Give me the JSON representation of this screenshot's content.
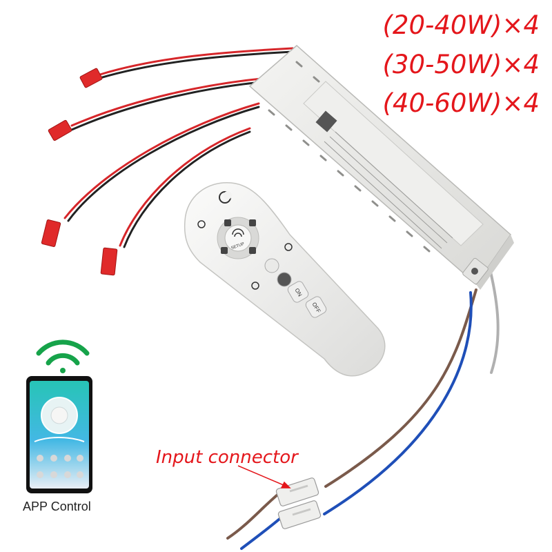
{
  "specs": [
    "(20-40W)×4",
    "(30-50W)×4",
    "(40-60W)×4"
  ],
  "input_connector_label": "Input connector",
  "app_control_label": "APP Control",
  "remote": {
    "setup": "SETUP",
    "on": "ON",
    "off": "OFF"
  },
  "colors": {
    "label_red": "#e4161b",
    "wifi_green": "#16a34a",
    "wire_red": "#d6262a",
    "wire_black": "#222222",
    "wire_blue": "#1f4fb8",
    "wire_brown": "#7a5a4b",
    "connector_red": "#e02a2a",
    "housing_grey": "#e8e8e6",
    "remote_white": "#f2f2f1"
  },
  "icons": [
    "wifi-icon",
    "moon-icon",
    "sun-icon",
    "bulb-icon",
    "lamp-icon"
  ]
}
